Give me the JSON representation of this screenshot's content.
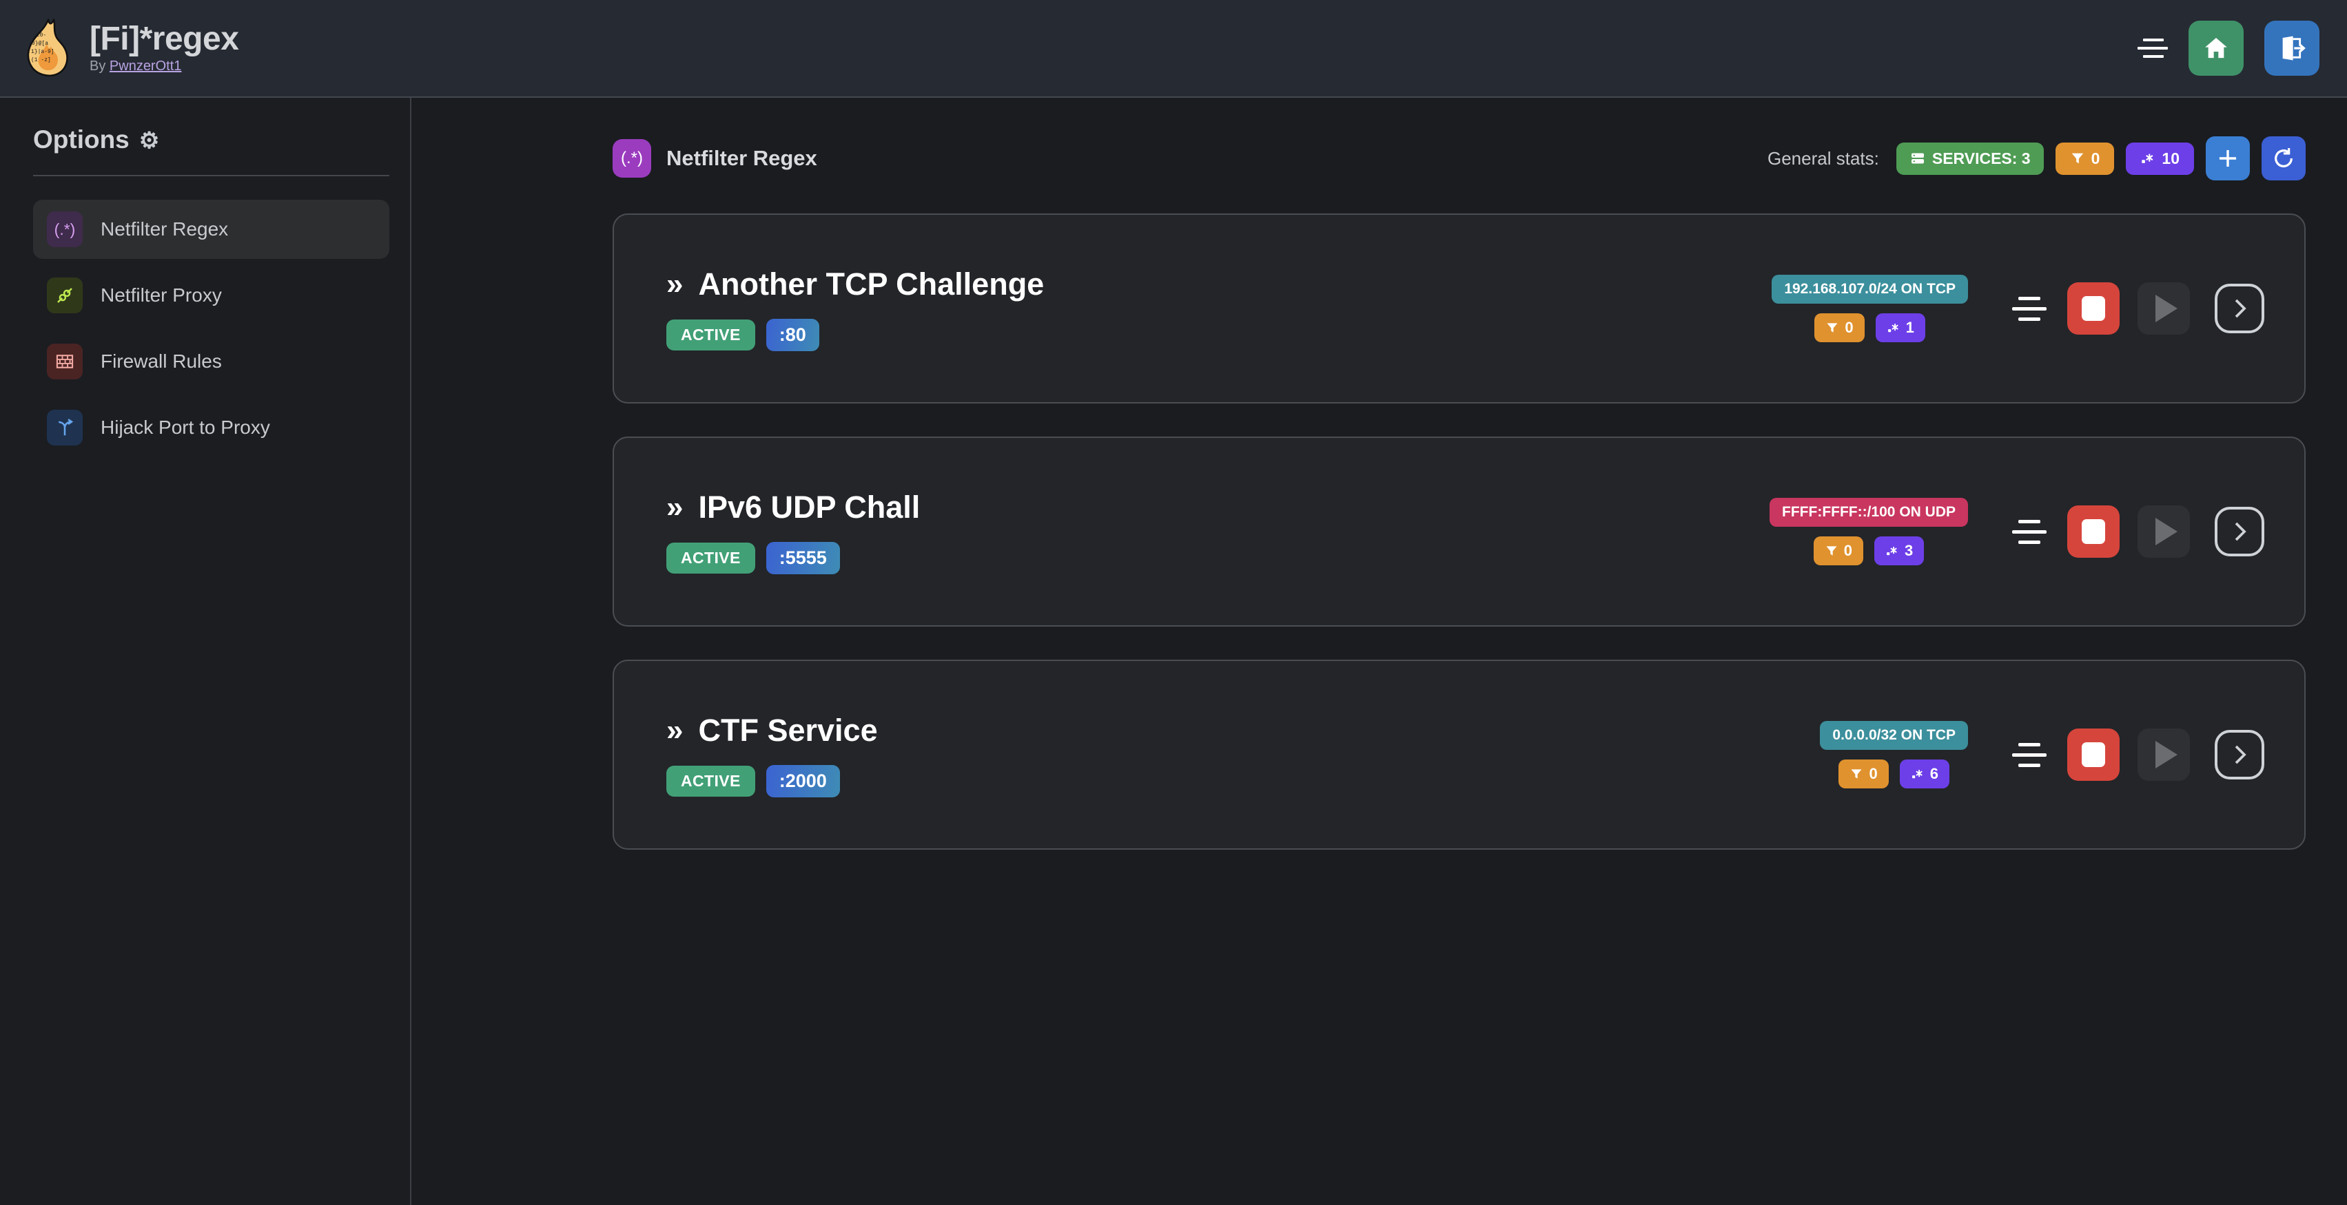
{
  "header": {
    "title": "[Fi]*regex",
    "by_prefix": "By ",
    "author": "PwnzerOtt1",
    "logo_icon": "flame-logo",
    "menu_icon": "hamburger-menu-icon",
    "home_icon": "home-icon",
    "logout_icon": "logout-icon"
  },
  "sidebar": {
    "title": "Options",
    "gear_icon": "⚙",
    "items": [
      {
        "label": "Netfilter Regex",
        "icon": "regex-icon",
        "glyph": "(.*)",
        "active": true
      },
      {
        "label": "Netfilter Proxy",
        "icon": "proxy-link-icon",
        "glyph": "⛓",
        "active": false
      },
      {
        "label": "Firewall Rules",
        "icon": "brick-wall-icon",
        "glyph": "▦",
        "active": false
      },
      {
        "label": "Hijack Port to Proxy",
        "icon": "shuffle-arrow-icon",
        "glyph": "⇝",
        "active": false
      }
    ]
  },
  "main": {
    "page_icon": "regex-icon",
    "page_icon_glyph": "(.*)",
    "page_title": "Netfilter Regex",
    "stats_label": "General stats:",
    "stats": {
      "services_icon": "server-icon",
      "services_text": "SERVICES: 3",
      "filters_icon": "funnel-icon",
      "filters_count": "0",
      "regex_icon": "regex-dot-star-icon",
      "regex_count": "10"
    },
    "add_button_icon": "plus-icon",
    "refresh_button_icon": "refresh-icon"
  },
  "services": [
    {
      "name": "Another TCP Challenge",
      "chevron": "»",
      "status": "ACTIVE",
      "port": ":80",
      "network": "192.168.107.0/24 ON TCP",
      "protocol": "tcp",
      "filters_count": "0",
      "regex_count": "1",
      "drag_icon": "drag-handle-icon",
      "stop_icon": "stop-icon",
      "play_icon": "play-icon",
      "open_icon": "chevron-right-icon"
    },
    {
      "name": "IPv6 UDP Chall",
      "chevron": "»",
      "status": "ACTIVE",
      "port": ":5555",
      "network": "FFFF:FFFF::/100 ON UDP",
      "protocol": "udp",
      "filters_count": "0",
      "regex_count": "3",
      "drag_icon": "drag-handle-icon",
      "stop_icon": "stop-icon",
      "play_icon": "play-icon",
      "open_icon": "chevron-right-icon"
    },
    {
      "name": "CTF Service",
      "chevron": "»",
      "status": "ACTIVE",
      "port": ":2000",
      "network": "0.0.0.0/32 ON TCP",
      "protocol": "tcp",
      "filters_count": "0",
      "regex_count": "6",
      "drag_icon": "drag-handle-icon",
      "stop_icon": "stop-icon",
      "play_icon": "play-icon",
      "open_icon": "chevron-right-icon"
    }
  ],
  "colors": {
    "header_bg": "#262a33",
    "page_bg": "#1a1c20",
    "sidebar_bg": "#1b1d21",
    "card_bg": "#232529",
    "card_border": "#4a4d52",
    "accent_green": "#4f9c54",
    "accent_orange": "#e0922f",
    "accent_purple": "#6d3fe8",
    "accent_red": "#d6453c",
    "accent_teal": "#3c8f9c",
    "accent_pink": "#c9365f",
    "accent_blue": "#3b7fd4",
    "active_green": "#42a077"
  }
}
